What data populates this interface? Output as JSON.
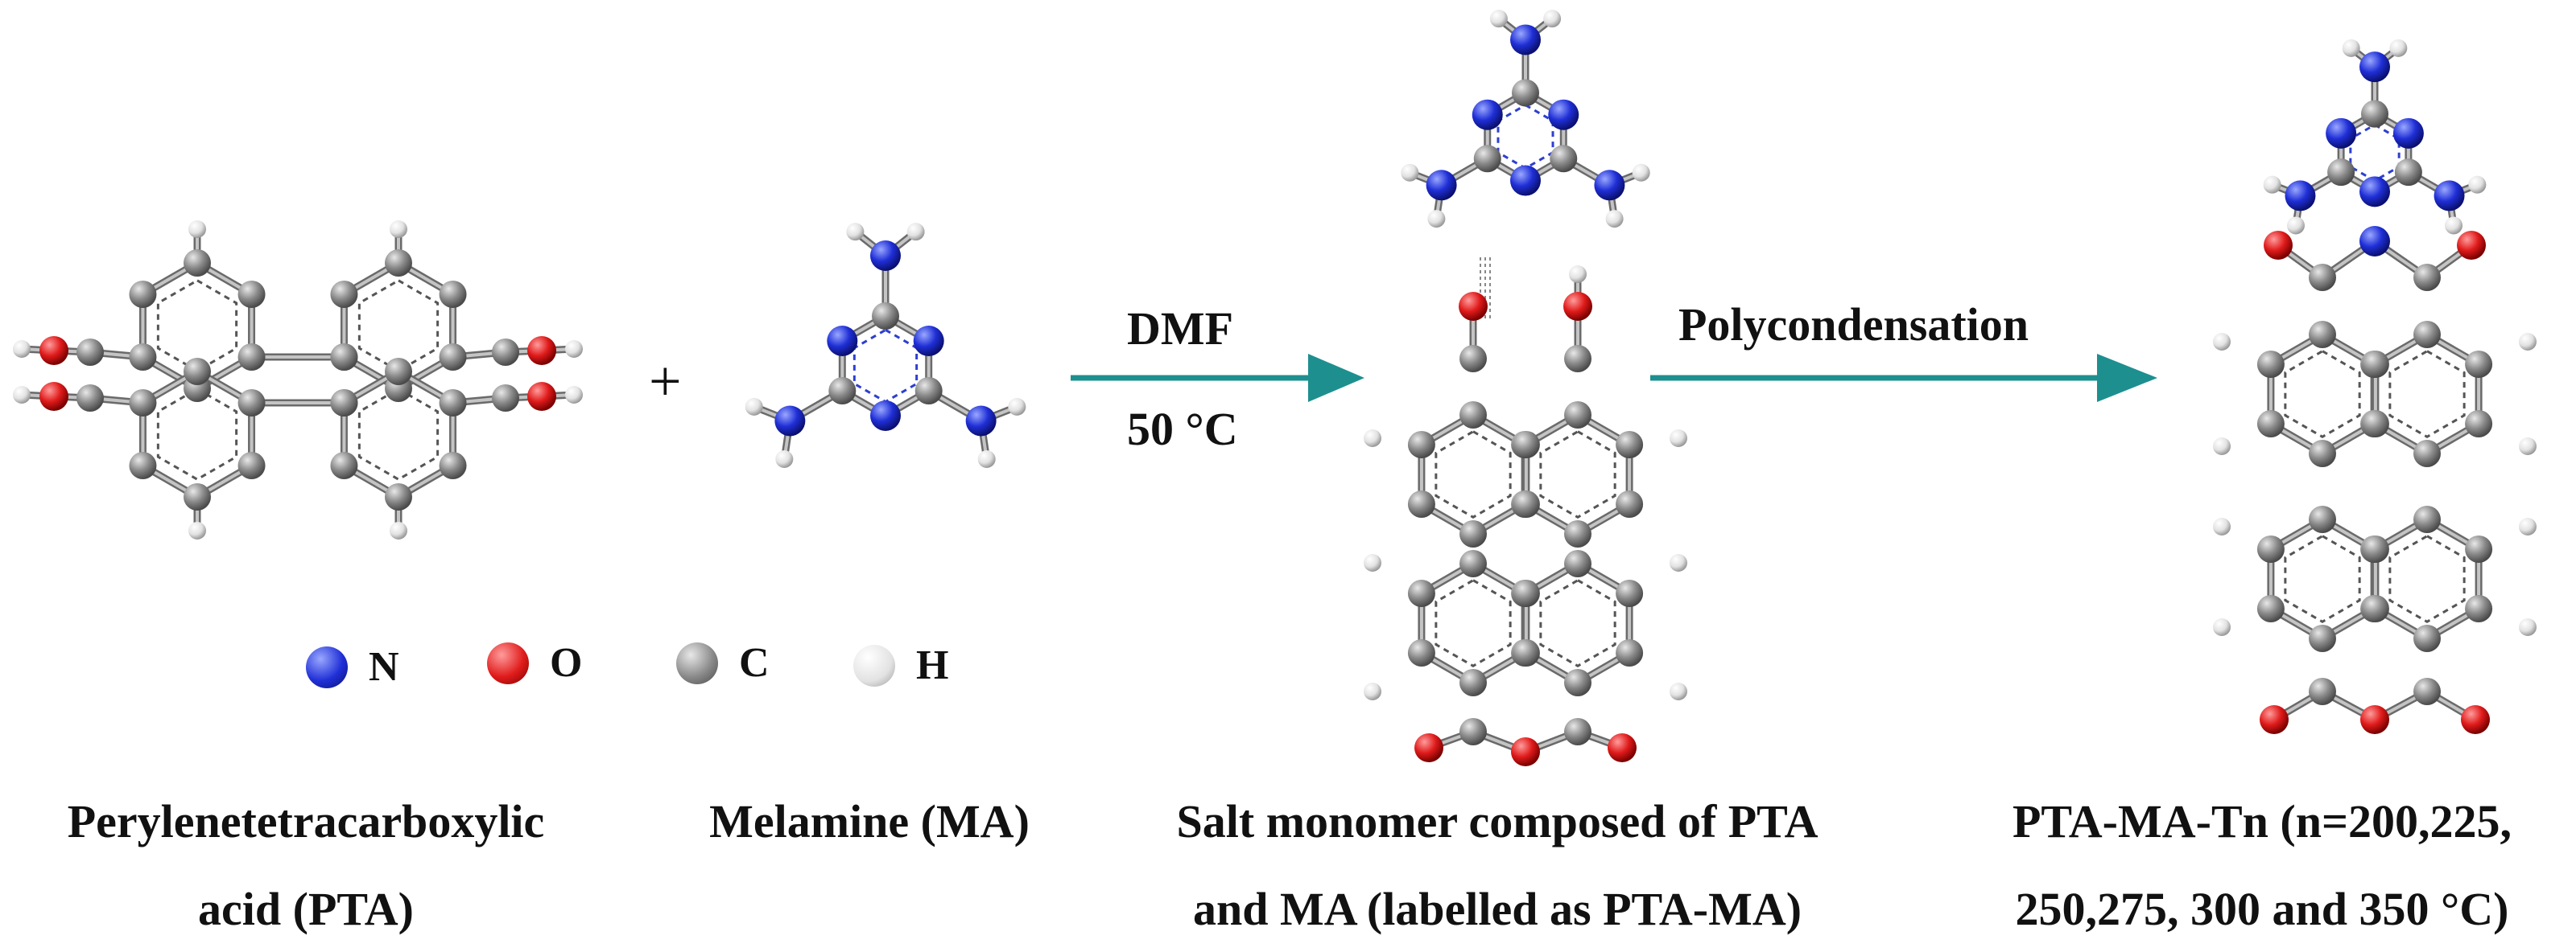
{
  "colors": {
    "nitrogen": "#1f2fd6",
    "oxygen": "#e01b1b",
    "carbon": "#8a8a8a",
    "hydrogen": "#e6e6e6",
    "arrow": "#1e8f8f"
  },
  "plus": "+",
  "arrow1": {
    "top": "DMF",
    "bottom": "50 °C"
  },
  "arrow2": {
    "top": "Polycondensation"
  },
  "legend": [
    {
      "element": "nitrogen",
      "label": "N"
    },
    {
      "element": "oxygen",
      "label": "O"
    },
    {
      "element": "carbon",
      "label": "C"
    },
    {
      "element": "hydrogen",
      "label": "H"
    }
  ],
  "captions": {
    "pta": [
      "Perylenetetracarboxylic",
      "acid (PTA)"
    ],
    "ma": [
      "Melamine (MA)"
    ],
    "salt": [
      "Salt monomer composed of PTA",
      "and MA (labelled as PTA-MA)"
    ],
    "product": [
      "PTA-MA-Tn (n=200,225,",
      "250,275, 300 and 350 °C)"
    ]
  }
}
